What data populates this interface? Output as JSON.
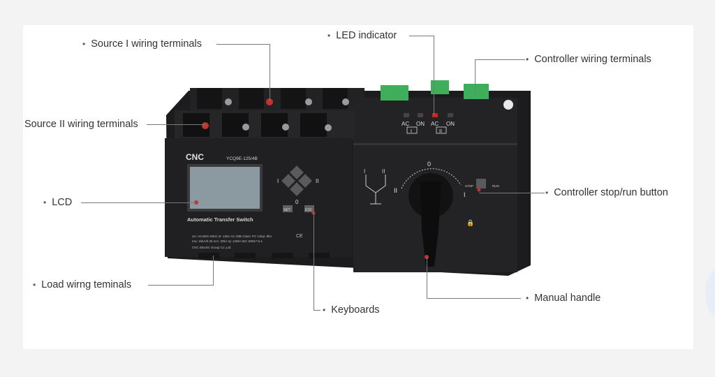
{
  "colors": {
    "background": "#f3f3f4",
    "card": "#ffffff",
    "device_body": "#1c1c1e",
    "terminal_green": "#3fae5b",
    "label_text": "#333333",
    "leader_line": "#7a7a7a",
    "led_red": "#d02020"
  },
  "callouts": {
    "source_i": "Source I wiring terminals",
    "led_indicator": "LED indicator",
    "controller_wiring": "Controller wiring terminals",
    "source_ii": "Source II wiring terminals",
    "lcd": "LCD",
    "controller_button": "Controller stop/run button",
    "load_terminals": "Load wirng teminals",
    "keyboards": "Keyboards",
    "manual_handle": "Manual handle"
  },
  "device": {
    "brand": "CNC",
    "model": "YCQ9E-125/4B",
    "product_name": "Automatic Transfer Switch",
    "rating_line_1": "Ue: AC400V 50Hz  Ie: 125A  AC-33B  Class: PC  Uimp: 8kV",
    "rating_line_2": "Icw: 10kA/0.25  Icm: 20kA  Iq: 120kA  IEC 60947-6-1",
    "manufacturer": "CNC Electric Group Co.,Ltd.",
    "led_labels": [
      "AC",
      "ON",
      "AC",
      "ON"
    ],
    "source_marks": [
      "I",
      "II"
    ],
    "keypad_marks": [
      "I",
      "II",
      "0"
    ],
    "key_labels": [
      "SET",
      "ESC"
    ],
    "handle_marks": [
      "0",
      "I",
      "II"
    ],
    "diagram_marks": [
      "I",
      "II"
    ],
    "button_marks": [
      "STOP",
      "RUN"
    ],
    "ce_mark": "CE"
  }
}
